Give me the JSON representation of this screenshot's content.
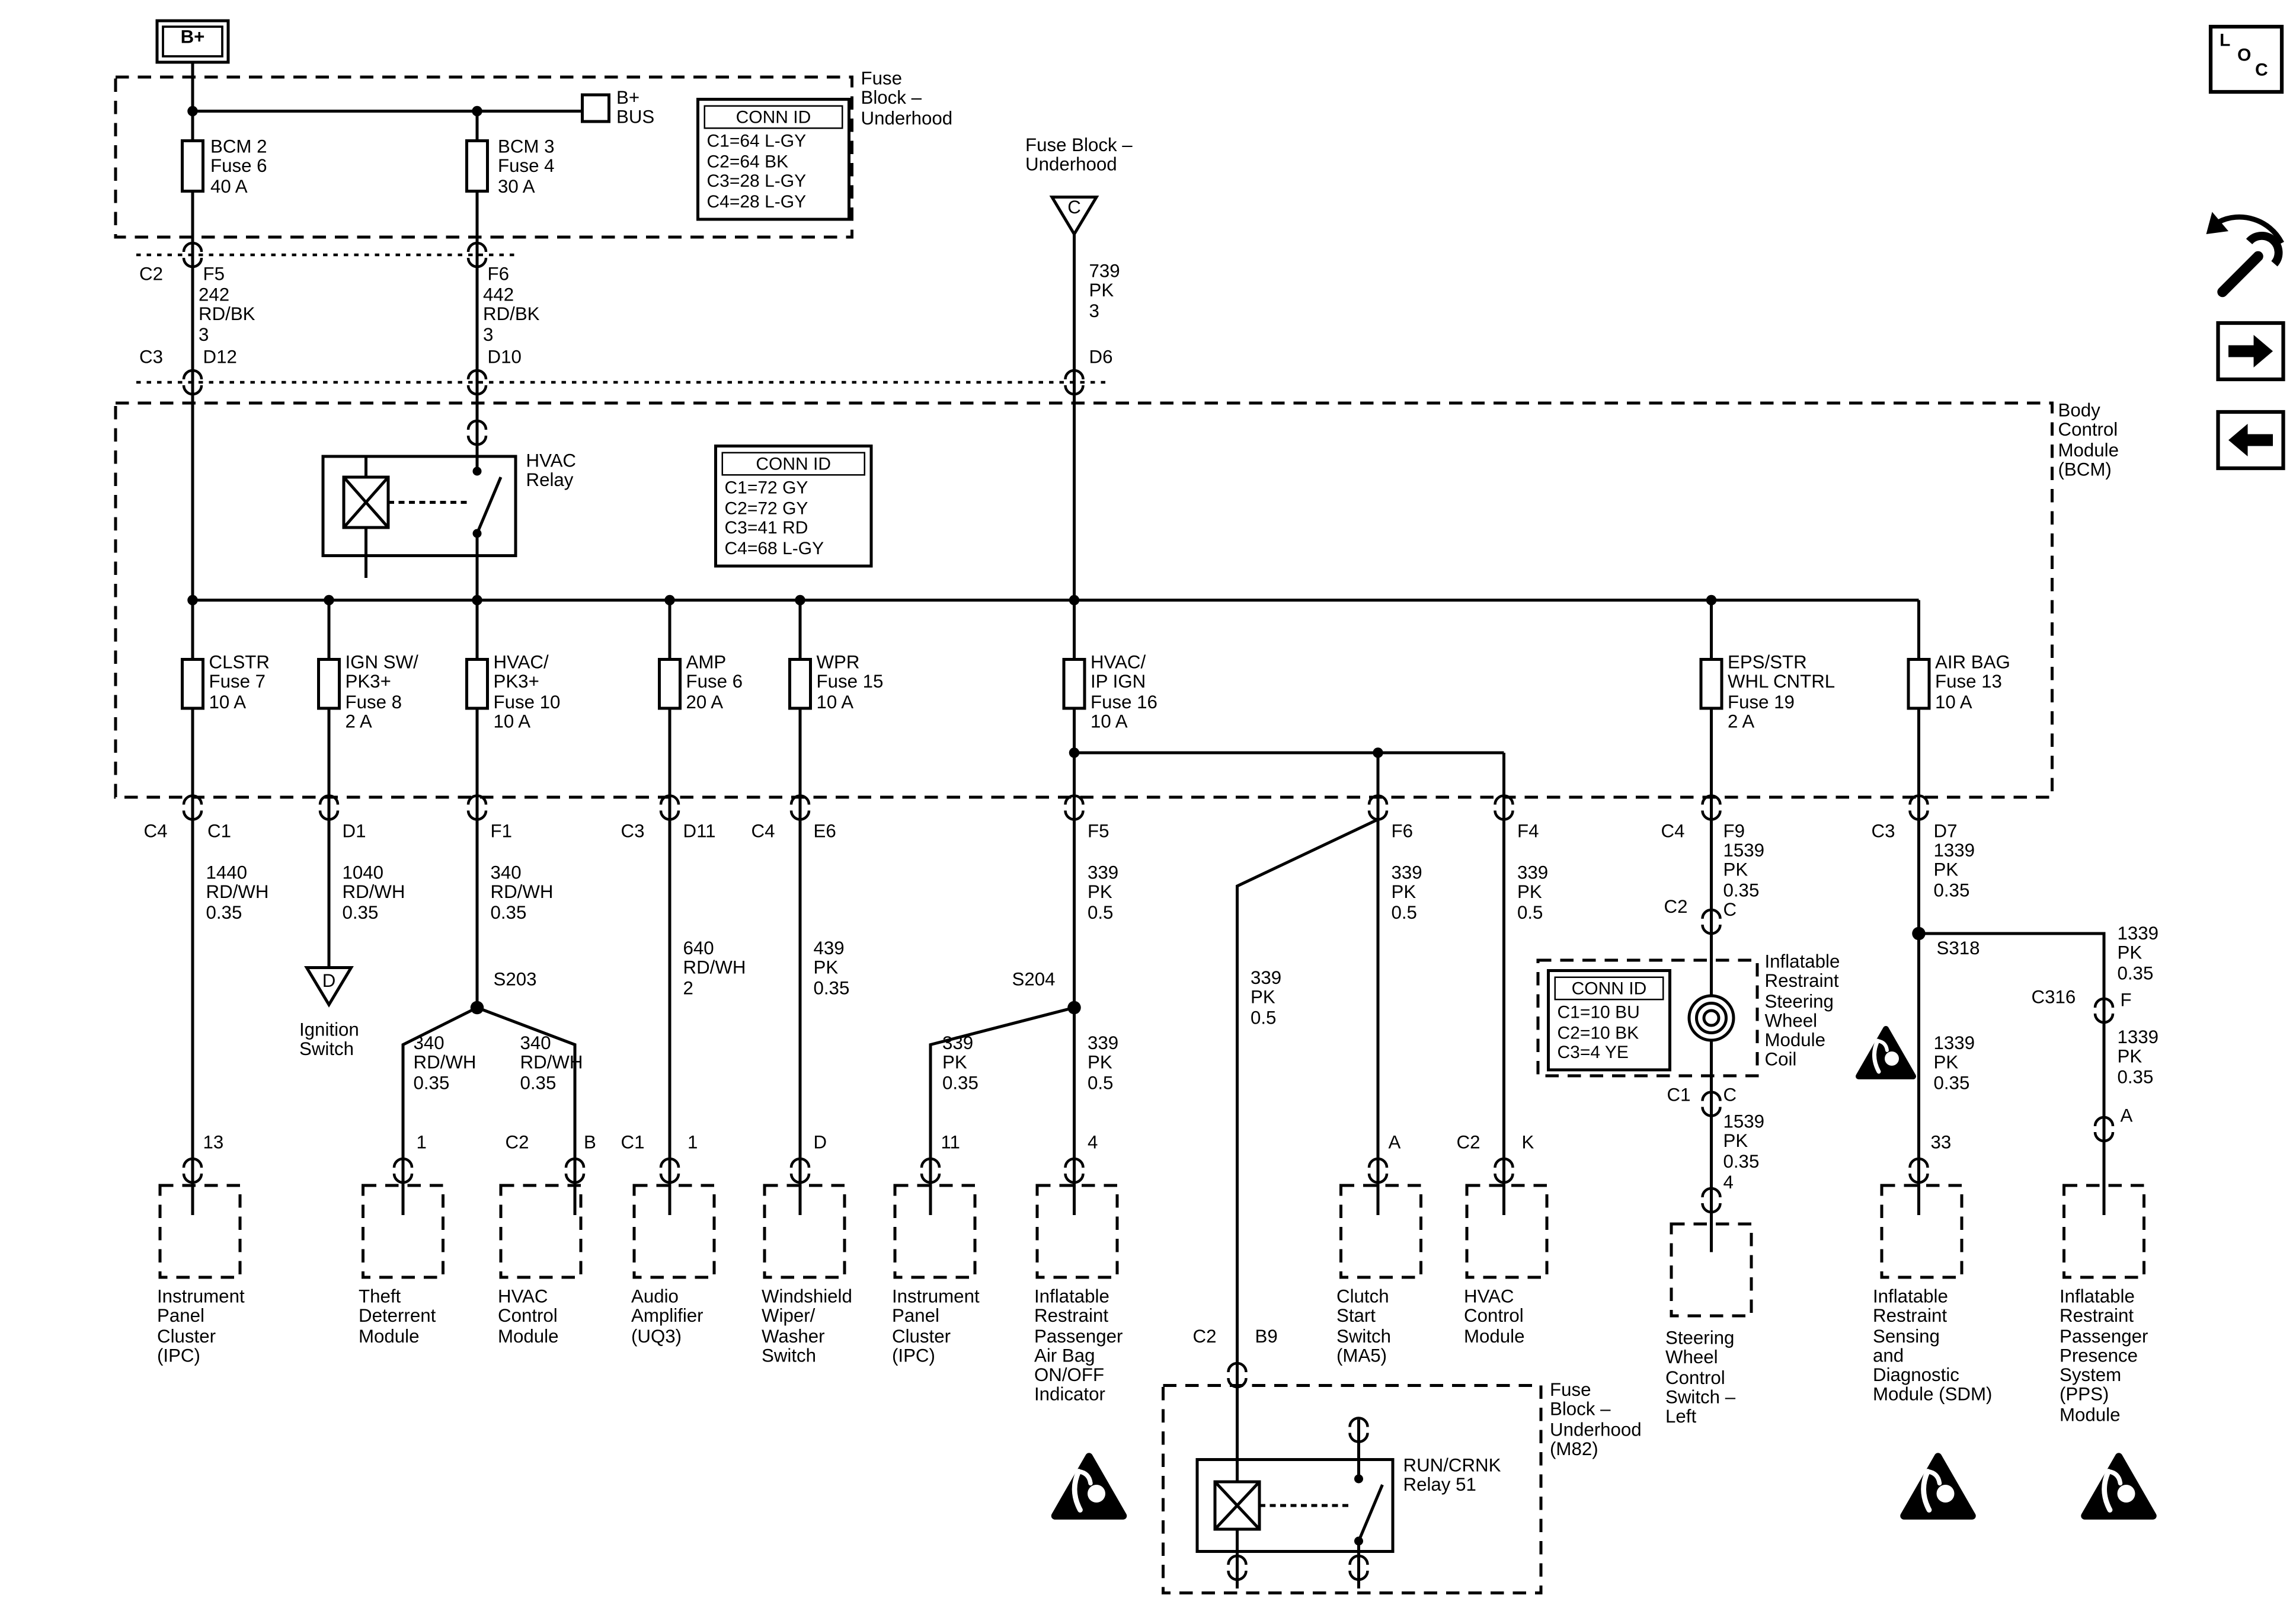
{
  "diagram": {
    "top": {
      "bplus": "B+",
      "bbus": "B+\nBUS",
      "fuse_block_title": "Fuse\nBlock –\nUnderhood",
      "bcm2_fuse": "BCM 2\nFuse 6\n40 A",
      "bcm3_fuse": "BCM 3\nFuse 4\n30 A",
      "connid": {
        "title": "CONN ID",
        "r1": "C1=64 L-GY",
        "r2": "C2=64 BK",
        "r3": "C3=28 L-GY",
        "r4": "C4=28 L-GY"
      },
      "wire1": {
        "conn_top": "C2",
        "pin_top": "F5",
        "label": "242\nRD/BK\n3",
        "conn_bot": "C3",
        "pin_bot": "D12"
      },
      "wire2": {
        "pin_top": "F6",
        "label": "442\nRD/BK\n3",
        "pin_bot": "D10"
      },
      "feed": {
        "title": "Fuse Block –\nUnderhood",
        "triangle": "C",
        "label": "739\nPK\n3",
        "pin": "D6"
      }
    },
    "bcm": {
      "label": "Body\nControl\nModule\n(BCM)",
      "relay_label": "HVAC\nRelay",
      "connid": {
        "title": "CONN ID",
        "r1": "C1=72 GY",
        "r2": "C2=72 GY",
        "r3": "C3=41 RD",
        "r4": "C4=68 L-GY"
      },
      "fuses": {
        "clstr": "CLSTR\nFuse 7\n10 A",
        "ignsw": "IGN SW/\nPK3+\nFuse 8\n2 A",
        "hvac": "HVAC/\nPK3+\nFuse 10\n10 A",
        "amp": "AMP\nFuse 6\n20 A",
        "wpr": "WPR\nFuse 15\n10 A",
        "hvacip": "HVAC/\nIP IGN\nFuse 16\n10 A",
        "eps": "EPS/STR\nWHL CNTRL\nFuse 19\n2 A",
        "airbag": "AIR BAG\nFuse 13\n10 A"
      },
      "pins": {
        "c4a": "C4",
        "c1": "C1",
        "d1": "D1",
        "f1": "F1",
        "c3a": "C3",
        "d11": "D11",
        "c4b": "C4",
        "e6": "E6",
        "f5": "F5",
        "f6": "F6",
        "f4": "F4",
        "c4c": "C4",
        "f9": "F9",
        "c3b": "C3",
        "d7": "D7"
      }
    },
    "wires": {
      "w1440": "1440\nRD/WH\n0.35",
      "w1040": "1040\nRD/WH\n0.35",
      "w340": "340\nRD/WH\n0.35",
      "w340l": "340\nRD/WH\n0.35",
      "w340r": "340\nRD/WH\n0.35",
      "s203": "S203",
      "w640": "640\nRD/WH\n2",
      "w439": "439\nPK\n0.35",
      "w339_f5": "339\nPK\n0.5",
      "s204": "S204",
      "w339_ipc": "339\nPK\n0.35",
      "w339_ind": "339\nPK\n0.5",
      "w339_f6": "339\nPK\n0.5",
      "w339_relay": "339\nPK\n0.5",
      "w339_f4": "339\nPK\n0.5",
      "w1539_top": "1539\nPK\n0.35",
      "pin_c_top": "C",
      "conn_c2": "C2",
      "conn_c1": "C1",
      "pin_c_bot": "C",
      "w1539_bot": "1539\nPK\n0.35",
      "pin4": "4",
      "w1339_top": "1339\nPK\n0.35",
      "s318": "S318",
      "w1339_r1": "1339\nPK\n0.35",
      "c316": "C316",
      "pin_f": "F",
      "w1339_r2": "1339\nPK\n0.35",
      "pin_a": "A",
      "w1339_bot": "1339\nPK\n0.35"
    },
    "ignition": {
      "triangle": "D",
      "label": "Ignition\nSwitch"
    },
    "components": {
      "ipc1": {
        "pin": "13",
        "label": "Instrument\nPanel\nCluster\n(IPC)"
      },
      "theft": {
        "pin": "1",
        "label": "Theft\nDeterrent\nModule"
      },
      "hvac1": {
        "conn": "C2",
        "pin": "B",
        "label": "HVAC\nControl\nModule"
      },
      "amp": {
        "conn": "C1",
        "pin": "1",
        "label": "Audio\nAmplifier\n(UQ3)"
      },
      "wiper": {
        "pin": "D",
        "label": "Windshield\nWiper/\nWasher\nSwitch"
      },
      "ipc2": {
        "pin": "11",
        "label": "Instrument\nPanel\nCluster\n(IPC)"
      },
      "indicator": {
        "pin": "4",
        "label": "Inflatable\nRestraint\nPassenger\nAir Bag\nON/OFF\nIndicator"
      },
      "clutch": {
        "pin": "A",
        "label": "Clutch\nStart\nSwitch\n(MA5)"
      },
      "hvac2": {
        "conn": "C2",
        "pin": "K",
        "label": "HVAC\nControl\nModule"
      },
      "coil": {
        "label": "Inflatable\nRestraint\nSteering\nWheel\nModule\nCoil",
        "connid": {
          "title": "CONN ID",
          "r1": "C1=10 BU",
          "r2": "C2=10 BK",
          "r3": "C3=4 YE"
        }
      },
      "swcs": {
        "label": "Steering\nWheel\nControl\nSwitch –\nLeft"
      },
      "sdm": {
        "pin": "33",
        "label": "Inflatable\nRestraint\nSensing\nand\nDiagnostic\nModule (SDM)"
      },
      "pps": {
        "label": "Inflatable\nRestraint\nPassenger\nPresence\nSystem\n(PPS)\nModule"
      }
    },
    "m82": {
      "conn": "C2",
      "pin": "B9",
      "relay_label": "RUN/CRNK\nRelay 51",
      "label": "Fuse\nBlock –\nUnderhood\n(M82)"
    },
    "nav": {
      "l": "L",
      "o": "O",
      "c": "C"
    }
  }
}
